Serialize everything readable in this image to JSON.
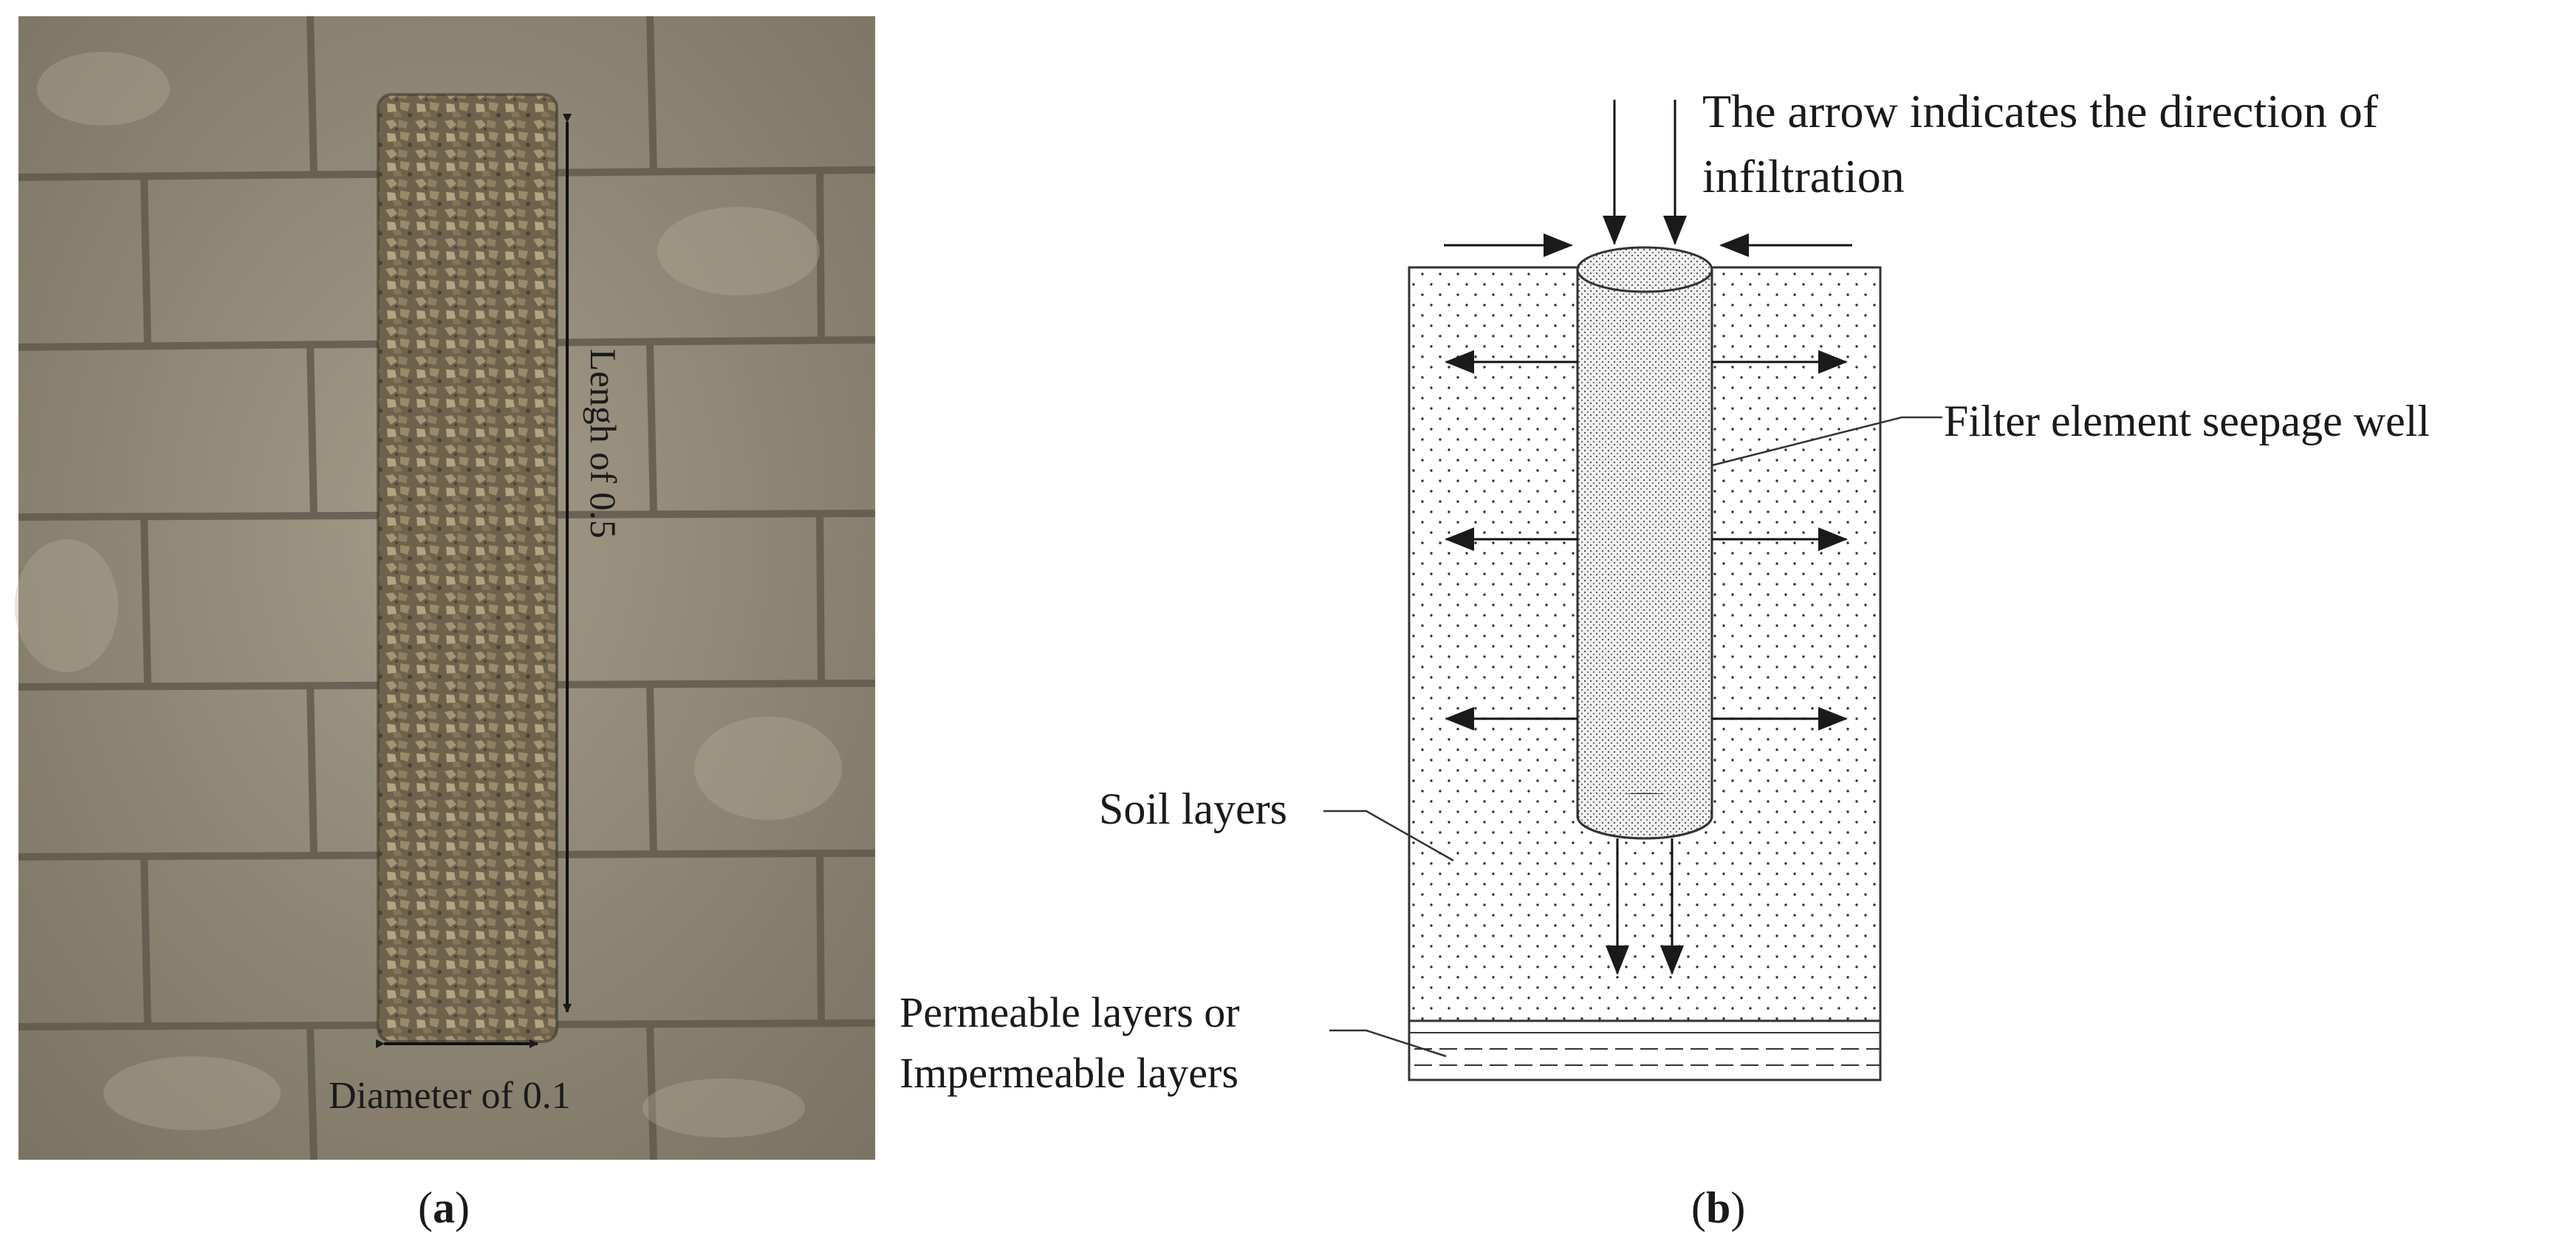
{
  "panel_a": {
    "length_label": "Lengh of 0.5",
    "diameter_label": "Diameter of 0.1",
    "caption_open": "(",
    "caption_letter": "a",
    "caption_close": ")"
  },
  "panel_b": {
    "arrow_note_line1": "The arrow indicates the direction of",
    "arrow_note_line2": "infiltration",
    "well_label": "Filter element seepage well",
    "soil_label": "Soil layers",
    "bottom_label_line1": "Permeable layers or",
    "bottom_label_line2": "Impermeable layers",
    "caption_open": "(",
    "caption_letter": "b",
    "caption_close": ")"
  },
  "colors": {
    "paving": "#8a8272",
    "joint": "#5e574b",
    "gravel": "#7a6c56",
    "ink": "#1a1a1a"
  }
}
